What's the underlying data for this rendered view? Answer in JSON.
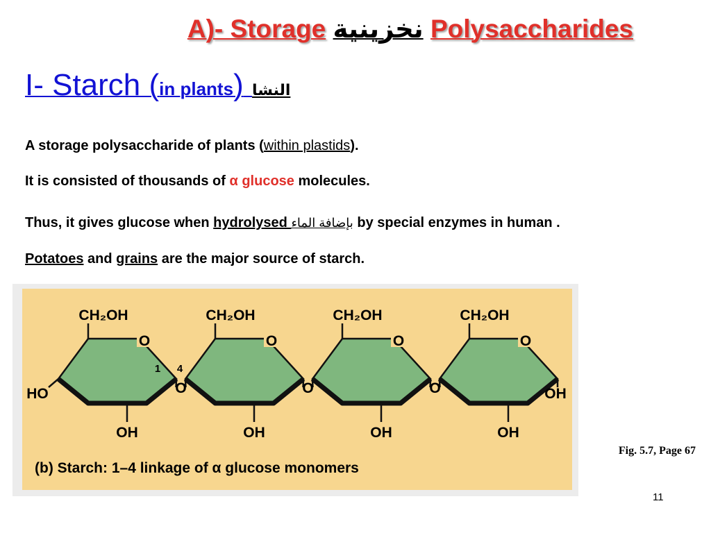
{
  "title": {
    "prefix": "A)- Storage",
    "arabic": "نخزينية",
    "suffix": "Polysaccharides"
  },
  "subtitle": {
    "prefix": "I- Starch (",
    "small": "in plants",
    "close": ")",
    "arabic": "النشا"
  },
  "body": {
    "line1": {
      "before": "A storage polysaccharide of plants (",
      "link": "within plastids",
      "after": ")."
    },
    "line2": {
      "before": "It is consisted of thousands of ",
      "alpha": "α",
      "glucose": "glucose",
      "after": " molecules."
    },
    "line3": {
      "before": "Thus, it gives glucose when ",
      "hydrolysed": "hydrolysed ",
      "arabic": "بإضافة الماء",
      "after": " by special enzymes in human ."
    },
    "line4": {
      "potatoes": "Potatoes",
      "and": " and ",
      "grains": "grains",
      "after": " are the major source of starch."
    }
  },
  "figure": {
    "ch2oh_label": "CH₂OH",
    "ring_o_label": "O",
    "link_o_label": "O",
    "ho_label": "HO",
    "oh_label": "OH",
    "carbon_1": "1",
    "carbon_4": "4",
    "caption": "(b) Starch: 1–4 linkage of α glucose monomers",
    "ring_color": "#7fb77e",
    "background_color": "#f7d68f"
  },
  "fig_ref": "Fig. 5.7, Page 67",
  "page_number": "11"
}
